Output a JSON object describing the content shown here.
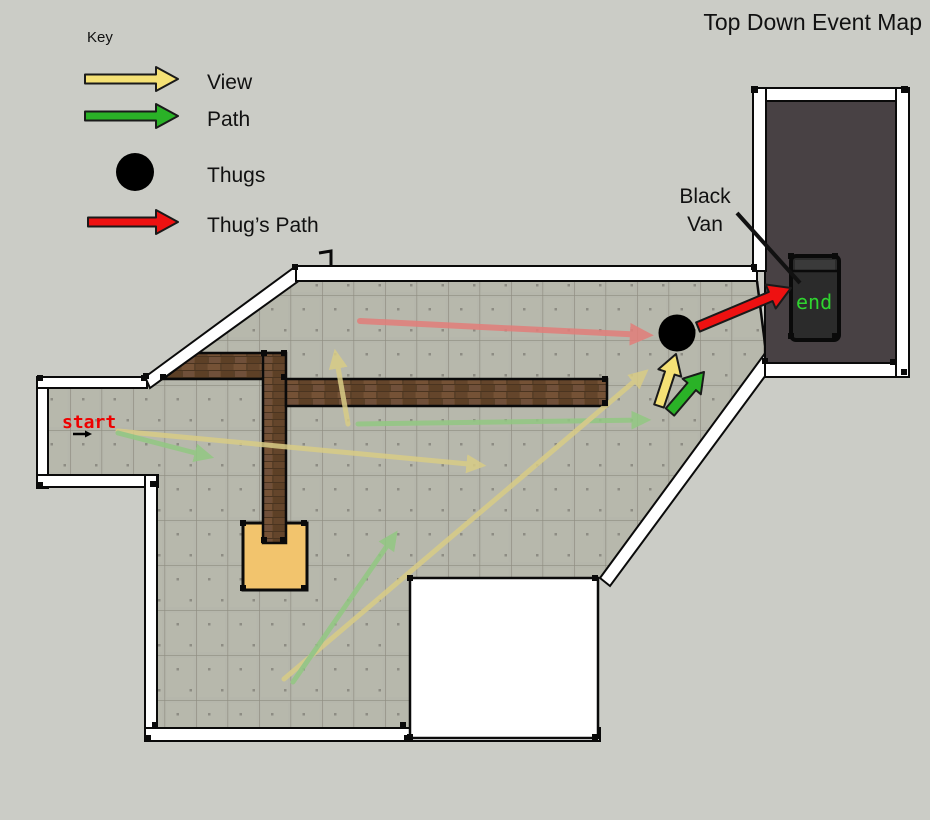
{
  "title": "Top Down Event Map",
  "key": {
    "heading": "Key",
    "items": [
      {
        "label": "View",
        "symbol": "yellow-arrow"
      },
      {
        "label": "Path",
        "symbol": "green-arrow"
      },
      {
        "label": "Thugs",
        "symbol": "black-circle"
      },
      {
        "label": "Thug’s Path",
        "symbol": "red-arrow"
      }
    ]
  },
  "map": {
    "start_label": "start",
    "end_label": "end",
    "van_label_line1": "Black",
    "van_label_line2": "Van"
  },
  "colors": {
    "background": "#cbccc6",
    "floor": "#b7bab1",
    "wall_white": "#ffffff",
    "outline": "#0a0a0a",
    "brown_wall": "#6b4b2f",
    "table_orange": "#f2c46d",
    "dark_room": "#484144",
    "van": "#2b2b2b",
    "view_yellow": "#f5e175",
    "path_green": "#2ab227",
    "thug_path_red": "#ee1111",
    "thug_black": "#000000",
    "faded_view_yellow": "#d9cc86",
    "faded_path_green": "#92c882",
    "faded_thug_red": "#e27e7a",
    "start_red": "#ee0000",
    "end_green": "#2fd42f"
  }
}
